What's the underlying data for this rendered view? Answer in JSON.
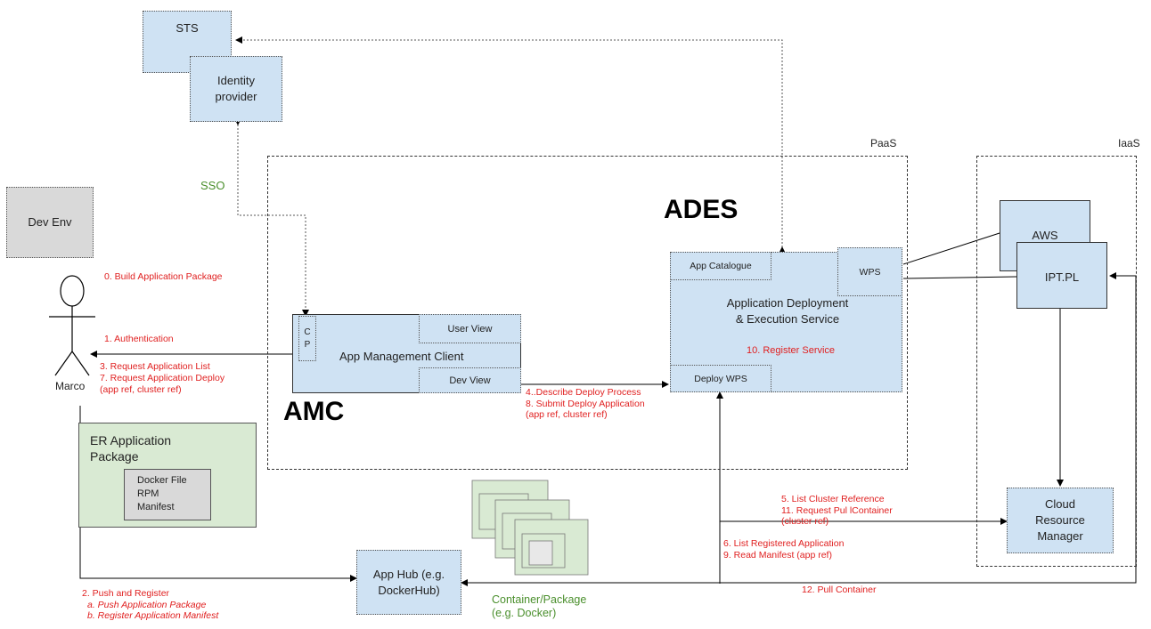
{
  "zones": {
    "paas": "PaaS",
    "iaas": "IaaS"
  },
  "titles": {
    "ades": "ADES",
    "amc": "AMC"
  },
  "boxes": {
    "sts": "STS",
    "identity_provider": "Identity provider",
    "dev_env": "Dev Env",
    "app_management_client": "App Management Client",
    "user_view": "User View",
    "dev_view": "Dev View",
    "cp": "C P",
    "app_catalogue": "App Catalogue",
    "ades_service": "Application Deployment & Execution Service",
    "wps": "WPS",
    "deploy_wps": "Deploy  WPS",
    "aws": "AWS",
    "ipt_pl": "IPT.PL",
    "cloud_resource_manager": "Cloud Resource Manager",
    "app_hub": "App Hub (e.g. DockerHub)"
  },
  "actor": {
    "name": "Marco"
  },
  "er_package": {
    "title": "ER Application Package",
    "items": [
      "Docker File",
      "RPM",
      "Manifest"
    ]
  },
  "labels": {
    "sso": "SSO",
    "build": "0. Build Application Package",
    "auth": "1. Authentication",
    "request_list": "3. Request Application List",
    "request_deploy": [
      "7. Request Application Deploy",
      "(app ref, cluster ref)"
    ],
    "describe_deploy": [
      "4..Describe Deploy Process",
      "8. Submit Deploy Application",
      "(app ref, cluster ref)"
    ],
    "register_service": "10. Register Service",
    "list_cluster": [
      "5. List Cluster Reference",
      "11. Request Pul lContainer",
      "(cluster ref)"
    ],
    "list_registered": [
      "6. List Registered Application",
      "9. Read Manifest (app ref)"
    ],
    "pull_container": "12. Pull Container",
    "push_register": [
      "2. Push and Register",
      "a. Push Application Package",
      "b. Register Application Manifest"
    ],
    "container_package": [
      "Container/Package",
      "(e.g. Docker)"
    ]
  },
  "colors": {
    "box_fill": "#cfe2f3",
    "step_text": "#e02020",
    "green_text": "#4a8f2c",
    "package_fill": "#d9ead3"
  }
}
